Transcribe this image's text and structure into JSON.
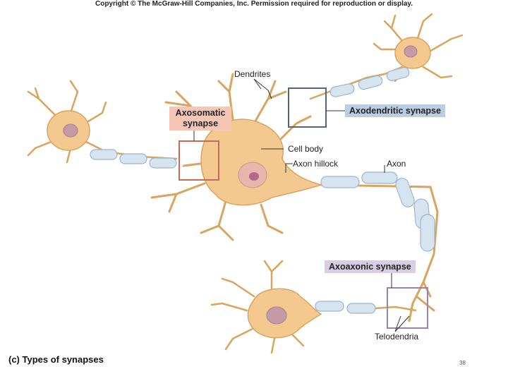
{
  "copyright": "Copyright © The McGraw-Hill Companies, Inc. Permission required for reproduction or display.",
  "labels": {
    "dendrites": "Dendrites",
    "axosomatic": "Axosomatic synapse",
    "axodendritic": "Axodendritic synapse",
    "cell_body": "Cell body",
    "axon_hillock": "Axon hillock",
    "axon": "Axon",
    "axoaxonic": "Axoaxonic synapse",
    "telodendria": "Telodendria"
  },
  "caption": "(c) Types of synapses",
  "page_number": "38",
  "colors": {
    "soma": "#f3c98f",
    "soma_stroke": "#d9a45f",
    "nucleus": "#c79aa8",
    "myelin": "#d6e4f0",
    "myelin_stroke": "#9db5cc",
    "axosomatic_box": "#f6c7b6",
    "axodendritic_box": "#bccde3",
    "axoaxonic_box": "#d9cde3"
  }
}
